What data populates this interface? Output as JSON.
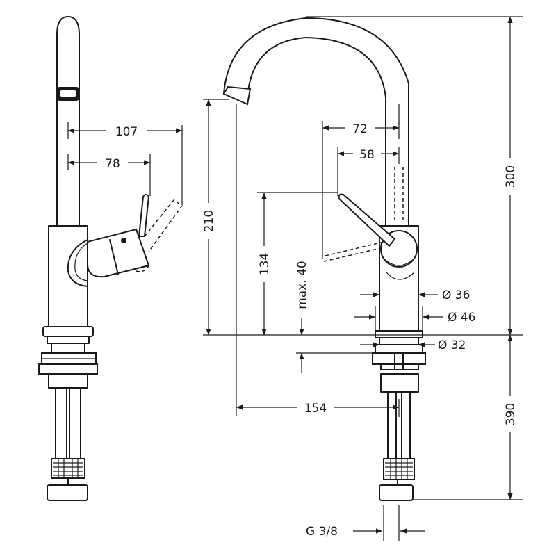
{
  "dimensions": {
    "side_spout_reach": "107",
    "side_lever_reach": "78",
    "front_spout_offset": "72",
    "front_lever_offset": "58",
    "overall_height": "300",
    "spout_height": "210",
    "lever_height": "134",
    "max_thickness": "max. 40",
    "dia_body": "Ø 36",
    "dia_base": "Ø 46",
    "dia_shank": "Ø 32",
    "spout_reach": "154",
    "hose_length": "390",
    "connection_thread": "G 3/8"
  }
}
